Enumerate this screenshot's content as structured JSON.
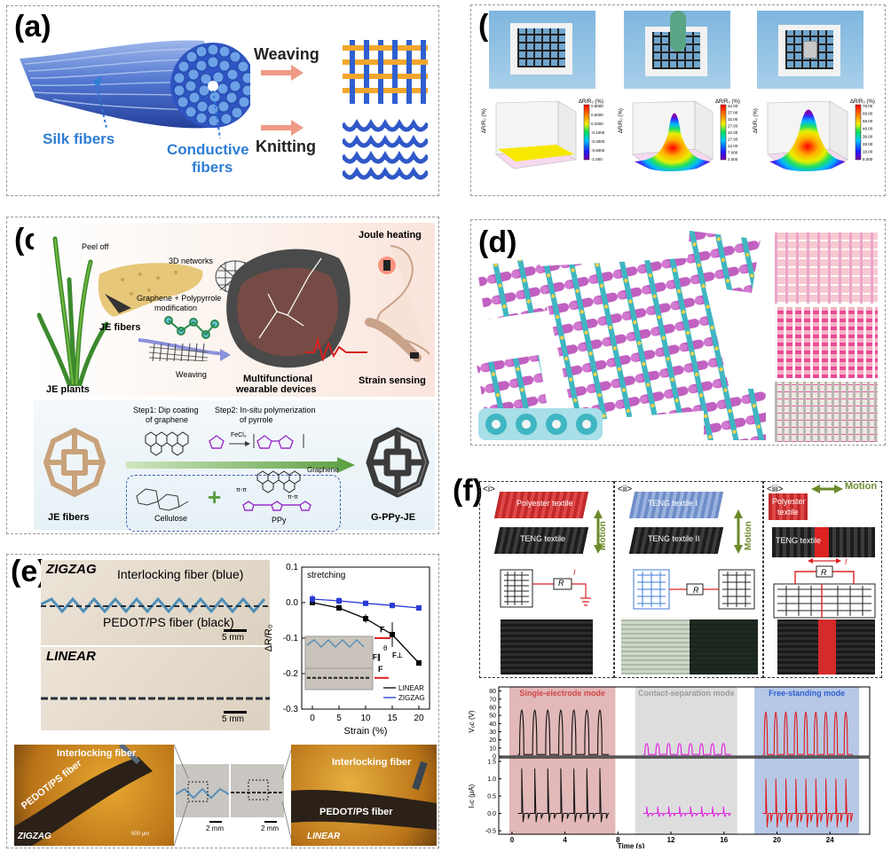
{
  "panels": {
    "a": {
      "label": "(a)",
      "silk": "Silk fibers",
      "conductive_1": "Conductive",
      "conductive_2": "fibers",
      "weaving": "Weaving",
      "knitting": "Knitting"
    },
    "b": {
      "label": "(b)",
      "colorbar_title": "ΔR/R₀ (%)",
      "axis_label": "ΔR/R₀ (%)",
      "cb1": [
        "0.8000",
        "0.5000",
        "0.2000",
        "-0.1000",
        "-0.4000",
        "-0.6000",
        "-1.000"
      ],
      "cb2": [
        "42.00",
        "37.00",
        "32.00",
        "27.00",
        "22.00",
        "17.00",
        "12.00",
        "7.000",
        "2.000"
      ],
      "cb3": [
        "78.00",
        "68.00",
        "58.00",
        "48.00",
        "38.00",
        "28.00",
        "18.00",
        "8.000"
      ]
    },
    "c": {
      "label": "(c)",
      "peel_off": "Peel off",
      "networks": "3D networks",
      "modification_1": "Graphene + Polypyrrole",
      "modification_2": "modification",
      "je_fibers_top": "JE fibers",
      "je_plants": "JE plants",
      "weaving": "Weaving",
      "multifunctional_1": "Multifunctional",
      "multifunctional_2": "wearable devices",
      "joule": "Joule heating",
      "strain": "Strain sensing",
      "step1_1": "Step1: Dip coating",
      "step1_2": "of graphene",
      "step2_1": "Step2: In-situ polymerization",
      "step2_2": "of pyrrole",
      "fecl": "FeCl₃",
      "graphene": "Graphene",
      "cellulose": "Cellulose",
      "ppy": "PPy",
      "pi1": "π-π",
      "pi2": "π-π",
      "je_fibers_bottom": "JE fibers",
      "gppy": "G-PPy-JE"
    },
    "d": {
      "label": "(d)"
    },
    "e": {
      "label": "(e)",
      "zigzag": "ZIGZAG",
      "linear": "LINEAR",
      "interlocking_blue": "Interlocking fiber (blue)",
      "pedot_black": "PEDOT/PS fiber (black)",
      "scale_5mm_1": "5 mm",
      "scale_5mm_2": "5 mm",
      "interlocking_fiber_l": "Interlocking fiber",
      "pedot_l": "PEDOT/PS fiber",
      "zigzag_small": "ZIGZAG",
      "linear_small": "LINEAR",
      "interlocking_fiber_r": "Interlocking fiber",
      "pedot_r": "PEDOT/PS fiber",
      "scale_2mm_1": "2 mm",
      "scale_2mm_2": "2 mm",
      "scale_tiny": "500 μm"
    },
    "f": {
      "label": "(f)",
      "i": "<i>",
      "ii": "<ii>",
      "iii": "<iii>",
      "polyester": "Polyester textile",
      "teng": "TENG textile",
      "teng1": "TENG textile I",
      "teng2": "TENG textile II",
      "motion": "Motion",
      "motion2": "Motion",
      "motion3": "Motion",
      "polyester2_1": "Polyester",
      "polyester2_2": "textile",
      "teng3": "TENG textile",
      "r": "R",
      "i_sym": "I",
      "mode1": "Single-electrode mode",
      "mode2": "Contact-separation mode",
      "mode3": "Free-standing mode",
      "voc": "Vₒc (V)",
      "isc": "Iₛc (μA)",
      "time": "Time (s)"
    }
  },
  "chart_data": [
    {
      "type": "line",
      "title": "stretching",
      "xlabel": "Strain (%)",
      "ylabel": "ΔR/R₀",
      "x": [
        0,
        5,
        10,
        15,
        20
      ],
      "xlim": [
        -2,
        22
      ],
      "ylim": [
        -0.3,
        0.1
      ],
      "xticks": [
        "0",
        "5",
        "10",
        "15",
        "20"
      ],
      "yticks": [
        "0.1",
        "0.0",
        "-0.1",
        "-0.2",
        "-0.3"
      ],
      "series": [
        {
          "name": "LINEAR",
          "color": "#000000",
          "values": [
            0.0,
            -0.015,
            -0.045,
            -0.09,
            -0.17
          ],
          "errors": [
            0.005,
            0.008,
            0.012,
            0.035,
            0.006
          ]
        },
        {
          "name": "ZIGZAG",
          "color": "#2a3bd6",
          "values": [
            0.01,
            0.005,
            -0.002,
            -0.008,
            -0.015
          ],
          "errors": [
            0.012,
            0.01,
            0.008,
            0.008,
            0.006
          ]
        }
      ],
      "legend": "bottom-right",
      "insets": {
        "force": "F",
        "f_par": "F∥",
        "f_perp": "F⊥",
        "theta": "θ"
      }
    },
    {
      "type": "line",
      "title": "",
      "xlabel": "Time (s)",
      "ylabel_top": "Vₒc (V)",
      "ylabel_bottom": "Iₛc (μA)",
      "xlim": [
        -1,
        27
      ],
      "xticks": [
        "0",
        "4",
        "8",
        "12",
        "16",
        "20",
        "24"
      ],
      "voc_ticks": [
        "80",
        "70",
        "60",
        "50",
        "40",
        "30",
        "20",
        "10",
        "0"
      ],
      "isc_ticks": [
        "1.5",
        "1.0",
        "0.5",
        "0.0",
        "-0.5"
      ],
      "voc_lim": [
        0,
        85
      ],
      "isc_lim": [
        -0.6,
        1.6
      ],
      "modes": [
        {
          "name": "Single-electrode mode",
          "range": [
            -0.2,
            7.8
          ],
          "color": "#e2b8b8",
          "trace_color": "#111111",
          "peaks": 7,
          "voc_peak": 75,
          "isc_peak": 1.3,
          "isc_trough": -0.25
        },
        {
          "name": "Contact-separation mode",
          "range": [
            9.3,
            17.0
          ],
          "color": "#dddddd",
          "trace_color": "#e020e0",
          "peaks": 8,
          "voc_peak": 20,
          "isc_peak": 0.2,
          "isc_trough": -0.1
        },
        {
          "name": "Free-standing mode",
          "range": [
            18.3,
            26.2
          ],
          "color": "#b6c8e6",
          "trace_color": "#e01818",
          "peaks": 9,
          "voc_peak": 72,
          "isc_peak": 1.0,
          "isc_trough": -0.4
        }
      ]
    }
  ]
}
